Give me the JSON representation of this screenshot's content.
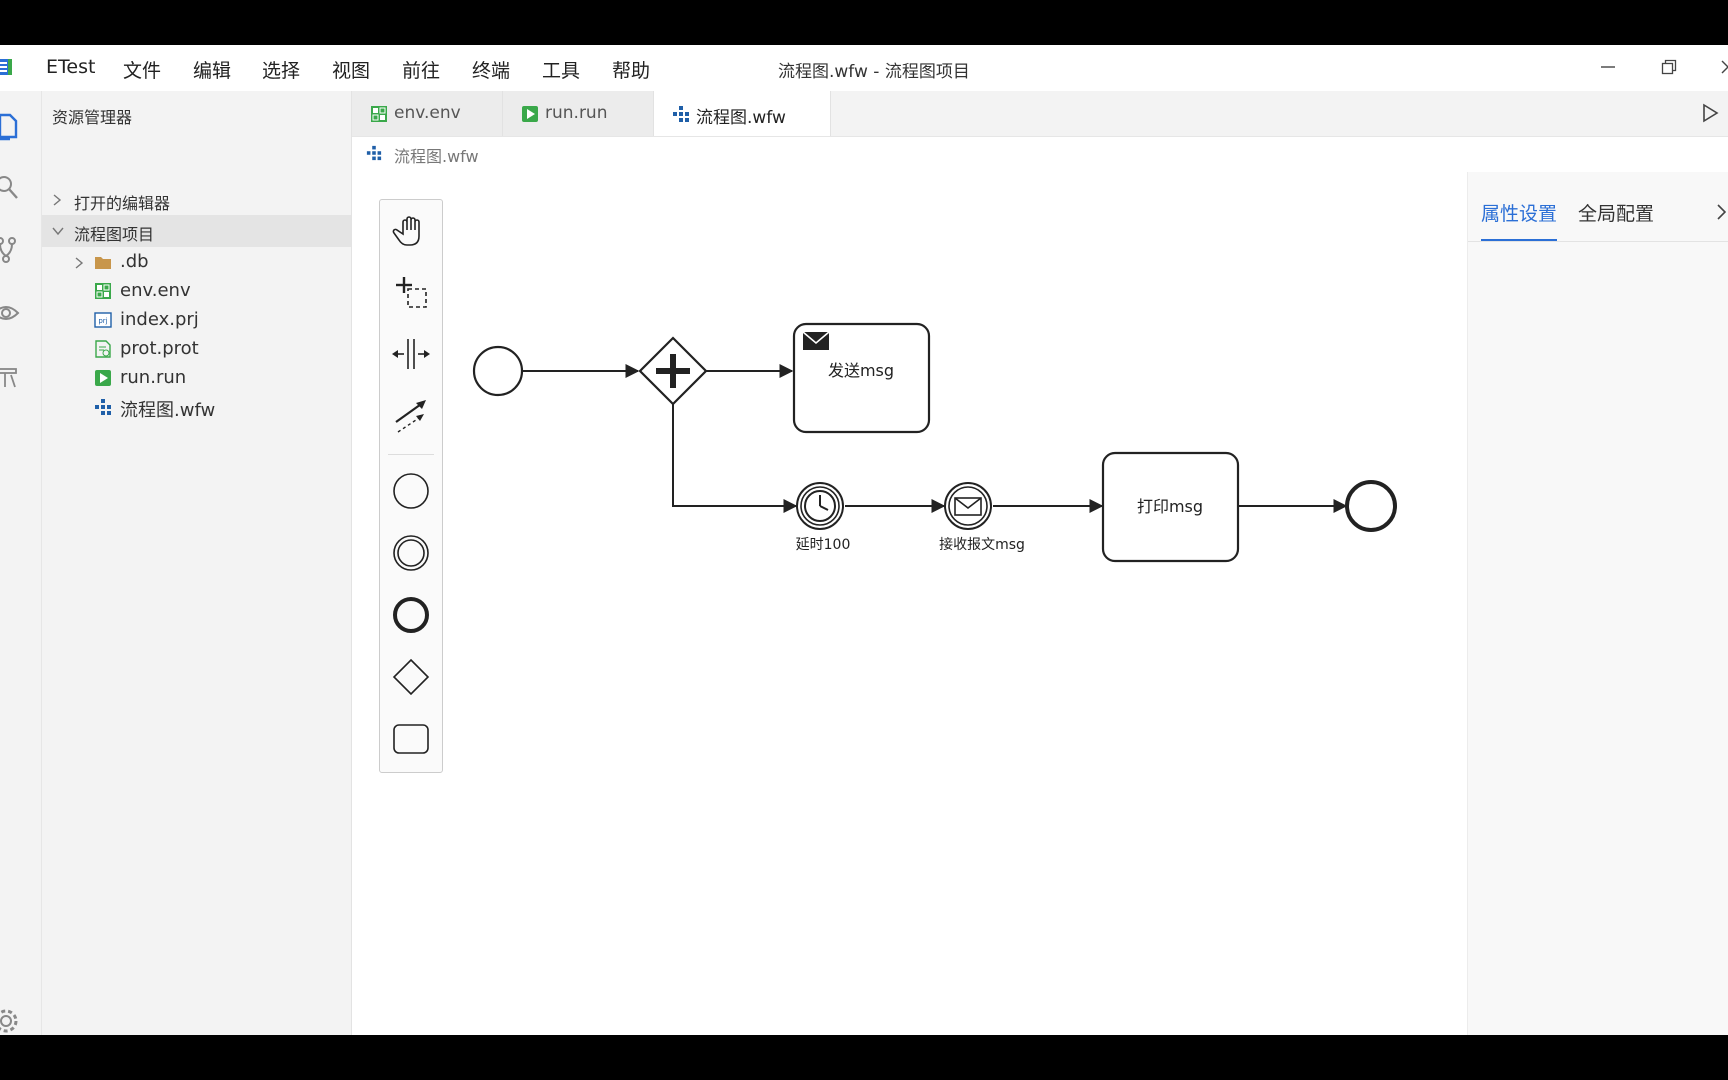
{
  "titlebar": {
    "app_name": "ETest",
    "menus": [
      "文件",
      "编辑",
      "选择",
      "视图",
      "前往",
      "终端",
      "工具",
      "帮助"
    ],
    "window_title": "流程图.wfw - 流程图项目"
  },
  "sidebar": {
    "title": "资源管理器",
    "sections": [
      {
        "label": "打开的编辑器",
        "expanded": false
      },
      {
        "label": "流程图项目",
        "expanded": true
      }
    ],
    "files": [
      {
        "name": ".db",
        "icon": "folder-icon"
      },
      {
        "name": "env.env",
        "icon": "env-file-icon"
      },
      {
        "name": "index.prj",
        "icon": "prj-file-icon"
      },
      {
        "name": "prot.prot",
        "icon": "prot-file-icon"
      },
      {
        "name": "run.run",
        "icon": "run-file-icon"
      },
      {
        "name": "流程图.wfw",
        "icon": "workflow-file-icon"
      }
    ]
  },
  "tabs": [
    {
      "label": "env.env",
      "active": false
    },
    {
      "label": "run.run",
      "active": false
    },
    {
      "label": "流程图.wfw",
      "active": true
    }
  ],
  "breadcrumb": "流程图.wfw",
  "diagram": {
    "nodes": [
      {
        "id": "start",
        "type": "start-event",
        "label": ""
      },
      {
        "id": "gateway",
        "type": "parallel-gateway",
        "label": ""
      },
      {
        "id": "send",
        "type": "send-task",
        "label": "发送msg"
      },
      {
        "id": "timer",
        "type": "timer-event",
        "label": "延时100"
      },
      {
        "id": "receive",
        "type": "message-event",
        "label": "接收报文msg"
      },
      {
        "id": "print",
        "type": "task",
        "label": "打印msg"
      },
      {
        "id": "end",
        "type": "end-event",
        "label": ""
      }
    ]
  },
  "properties": {
    "tabs": [
      "属性设置",
      "全局配置"
    ],
    "active_tab": "属性设置"
  },
  "colors": {
    "accent": "#2b6fd6",
    "env_green": "#3aa84a",
    "prj_blue": "#1f5fa8",
    "folder": "#c8964b"
  }
}
